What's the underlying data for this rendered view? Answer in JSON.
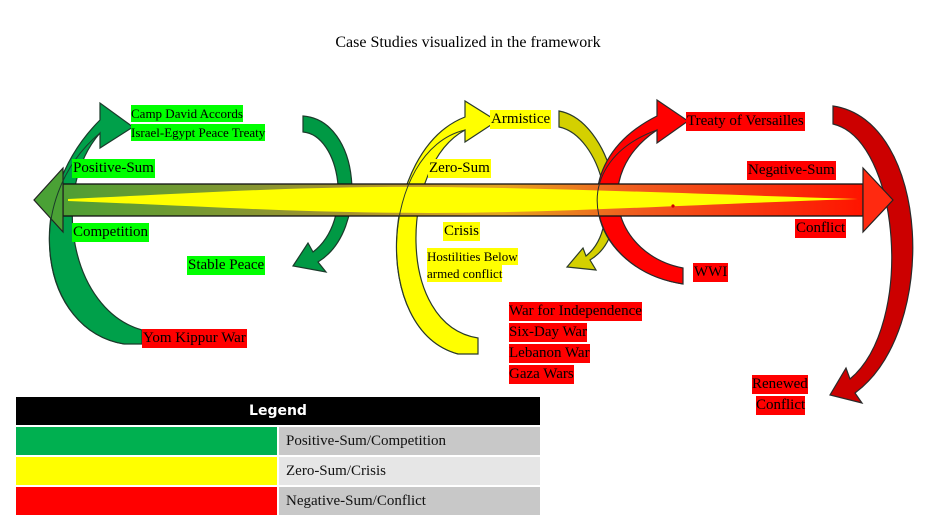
{
  "title": "Case Studies visualized in the framework",
  "colors": {
    "green": "#00B050",
    "green_dark": "#008A3E",
    "bright_green_label": "#00FF00",
    "yellow": "#FFFF00",
    "yellow_dark": "#CCCC00",
    "red": "#FF0000",
    "red_dark": "#C00000",
    "legend_header_bg": "#000000",
    "legend_text_bg_dark": "#C8C8C8",
    "legend_text_bg_light": "#E6E6E6"
  },
  "axis": {
    "left_end": {
      "top_label": "Positive-Sum",
      "bottom_label": "Competition"
    },
    "middle": {
      "top_label": "Zero-Sum",
      "bottom_label": "Crisis",
      "sub_label": [
        "Hostilities Below",
        "armed conflict"
      ]
    },
    "right_end": {
      "top_label": "Negative-Sum",
      "bottom_label": "Conflict"
    }
  },
  "cycles": {
    "green": {
      "from": "Yom Kippur War",
      "to": [
        "Camp David Accords",
        "Israel-Egypt Peace Treaty"
      ],
      "outcome": "Stable Peace"
    },
    "yellow": {
      "from": [
        "War for Independence",
        "Six-Day War",
        "Lebanon War",
        "Gaza Wars"
      ],
      "to": "Armistice",
      "outcome": [
        "Hostilities Below",
        "armed conflict"
      ]
    },
    "red": {
      "from": "WWI",
      "to": "Treaty of Versailles",
      "outcome": [
        "Renewed",
        "Conflict"
      ]
    }
  },
  "legend": {
    "header": "Legend",
    "rows": [
      {
        "color": "#00B050",
        "label": "Positive-Sum/Competition",
        "bg": "#C8C8C8"
      },
      {
        "color": "#FFFF00",
        "label": "Zero-Sum/Crisis",
        "bg": "#E6E6E6"
      },
      {
        "color": "#FF0000",
        "label": "Negative-Sum/Conflict",
        "bg": "#C8C8C8"
      }
    ]
  }
}
